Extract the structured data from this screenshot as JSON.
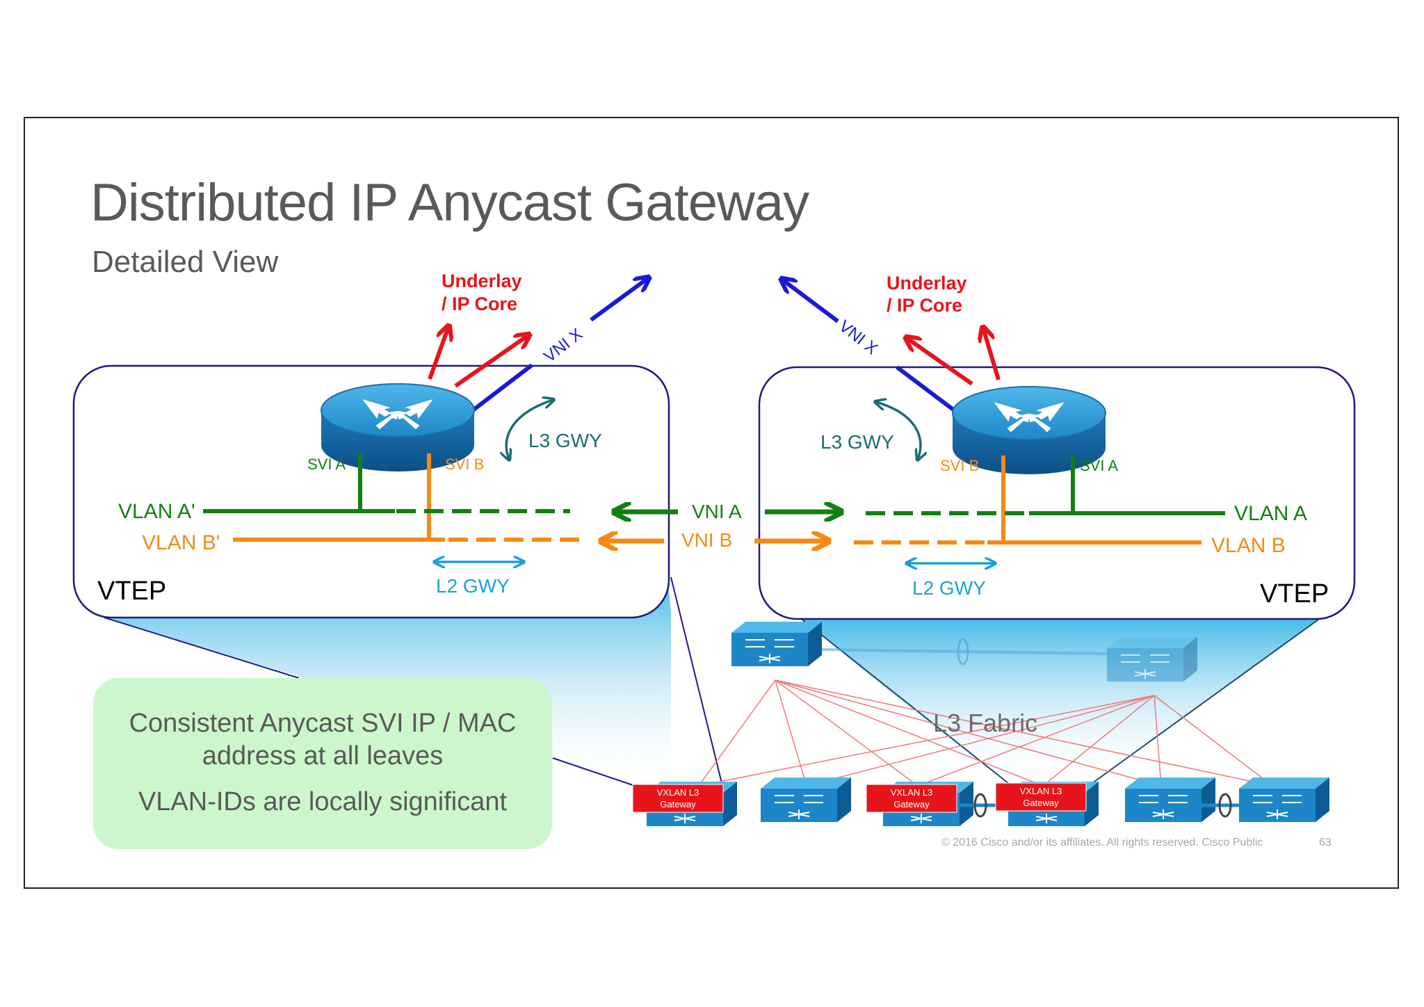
{
  "slide": {
    "title": "Distributed IP Anycast Gateway",
    "subtitle": "Detailed  View",
    "footer": "© 2016  Cisco and/or its affiliates. All rights reserved.   Cisco Public",
    "page_number": "63"
  },
  "colors": {
    "underlay": "#e8141b",
    "vni_x": "#1a1ad6",
    "vlan_a": "#137f13",
    "vlan_b": "#f58a14",
    "l2_gwy": "#1aa0d6",
    "l3_gwy": "#1a6b70",
    "fabric_link": "#f07878",
    "callout_bg": "#ccf7cc"
  },
  "left_vtep": {
    "label": "VTEP",
    "underlay_label_1": "Underlay",
    "underlay_label_2": "/ IP Core",
    "vni_x_label": "VNI X",
    "l3_gwy_label": "L3 GWY",
    "svi_a_label": "SVI A",
    "svi_b_label": "SVI B",
    "vlan_a_label": "VLAN A'",
    "vlan_b_label": "VLAN B'",
    "l2_gwy_label": "L2 GWY"
  },
  "right_vtep": {
    "label": "VTEP",
    "underlay_label_1": "Underlay",
    "underlay_label_2": "/ IP Core",
    "vni_x_label": "VNI X",
    "l3_gwy_label": "L3 GWY",
    "svi_a_label": "SVI A",
    "svi_b_label": "SVI B",
    "vlan_a_label": "VLAN A",
    "vlan_b_label": "VLAN B",
    "l2_gwy_label": "L2 GWY"
  },
  "middle": {
    "vni_a_label": "VNI A",
    "vni_b_label": "VNI B"
  },
  "fabric": {
    "label": "L3 Fabric",
    "gateway_label_1": "VXLAN L3",
    "gateway_label_2": "Gateway"
  },
  "callout": {
    "line1": "Consistent Anycast SVI IP / MAC",
    "line2": "address at all leaves",
    "line3": "VLAN-IDs are locally significant"
  }
}
